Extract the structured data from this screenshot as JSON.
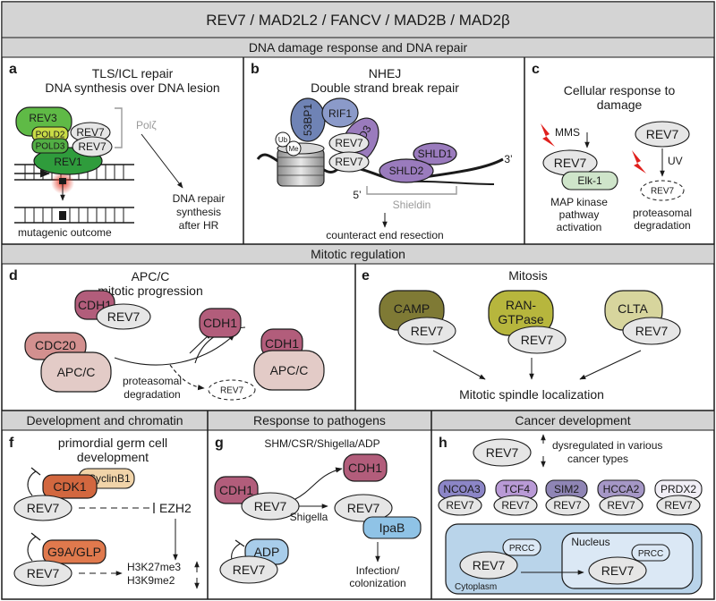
{
  "title": "REV7 / MAD2L2 / FANCV / MAD2B / MAD2β",
  "colors": {
    "band": "#d4d4d4",
    "rev7": "#e6e6e6",
    "rev1": "#2f9c3c",
    "rev3": "#5fba46",
    "pold2": "#c9dc46",
    "pold3": "#52ae44",
    "bp53": "#6f83b5",
    "rif1": "#8b9ac9",
    "shld": "#9a7bbd",
    "cdh1": "#b25d7b",
    "cdc20": "#d3908f",
    "apcc": "#e3cbc7",
    "camp": "#7f7a35",
    "rangtpase": "#b7b63d",
    "clta": "#d7d59d",
    "cdk1": "#d2673f",
    "cyclinb1": "#f1d4a9",
    "g9aglp": "#e0794d",
    "adp": "#a8cdea",
    "ipab": "#8fc3e6",
    "ncoa3": "#8c86c7",
    "tcf4": "#b99ad6",
    "sim2": "#8f85b5",
    "hcca2": "#a597c6",
    "prdx2": "#f1eef6",
    "cell": "#b9d4ea",
    "nucleus": "#dbe8f5",
    "lesion": "#e23b2a",
    "bolt": "#e0201d"
  },
  "sections": {
    "ddr": "DNA damage response and DNA repair",
    "mitotic": "Mitotic regulation"
  },
  "panels": {
    "a": {
      "letter": "a",
      "title1": "TLS/ICL repair",
      "title2": "DNA synthesis over DNA lesion",
      "rev3": "REV3",
      "pold2": "POLD2",
      "pold3": "POLD3",
      "rev7a": "REV7",
      "rev7b": "REV7",
      "rev1": "REV1",
      "polz": "Polζ",
      "repair1": "DNA repair",
      "repair2": "synthesis",
      "repair3": "after HR",
      "outcome": "mutagenic outcome"
    },
    "b": {
      "letter": "b",
      "title1": "NHEJ",
      "title2": "Double strand break repair",
      "bp53": "53BP1",
      "rif1": "RIF1",
      "ub": "Ub",
      "me": "Me",
      "shld3": "SHLD3",
      "rev7a": "REV7",
      "rev7b": "REV7",
      "shld1": "SHLD1",
      "shld2": "SHLD2",
      "five": "5’",
      "three": "3’",
      "shieldin": "Shieldin",
      "counteract": "counteract end resection"
    },
    "c": {
      "letter": "c",
      "title1": "Cellular response to",
      "title2": "damage",
      "mms": "MMS",
      "uv": "UV",
      "rev7a": "REV7",
      "elk1": "Elk-1",
      "rev7b": "REV7",
      "rev7c": "REV7",
      "map1": "MAP kinase",
      "map2": "pathway",
      "map3": "activation",
      "prot1": "proteasomal",
      "prot2": "degradation"
    },
    "d": {
      "letter": "d",
      "title1": "APC/C",
      "title2": "mitotic progression",
      "cdh1a": "CDH1",
      "rev7": "REV7",
      "cdc20": "CDC20",
      "apcc1": "APC/C",
      "cdh1b": "CDH1",
      "cdh1c": "CDH1",
      "apcc2": "APC/C",
      "prot1": "proteasomal",
      "prot2": "degradation",
      "rev7deg": "REV7"
    },
    "e": {
      "letter": "e",
      "title": "Mitosis",
      "camp": "CAMP",
      "ran1": "RAN-",
      "ran2": "GTPase",
      "clta": "CLTA",
      "rev7a": "REV7",
      "rev7b": "REV7",
      "rev7c": "REV7",
      "spindle": "Mitotic spindle localization"
    },
    "f": {
      "header": "Development and chromatin",
      "letter": "f",
      "title1": "primordial germ cell",
      "title2": "development",
      "cdk1": "CDK1",
      "cyclinb1": "CyclinB1",
      "rev7a": "REV7",
      "ezh2": "EZH2",
      "g9a": "G9A/GLP",
      "rev7b": "REV7",
      "h3k27": "H3K27me3",
      "h3k9": "H3K9me2"
    },
    "g": {
      "header": "Response to pathogens",
      "letter": "g",
      "title": "SHM/CSR/Shigella/ADP",
      "cdh1a": "CDH1",
      "rev7a": "REV7",
      "cdh1b": "CDH1",
      "shigella": "Shigella",
      "rev7b": "REV7",
      "ipab": "IpaB",
      "adp": "ADP",
      "rev7c": "REV7",
      "infect1": "Infection/",
      "infect2": "colonization"
    },
    "h": {
      "header": "Cancer development",
      "letter": "h",
      "rev7": "REV7",
      "dys1": "dysregulated in various",
      "dys2": "cancer types",
      "partners": [
        "NCOA3",
        "TCF4",
        "SIM2",
        "HCCA2",
        "PRDX2"
      ],
      "rev7row": [
        "REV7",
        "REV7",
        "REV7",
        "REV7",
        "REV7"
      ],
      "prcc1": "PRCC",
      "rev7c": "REV7",
      "nucleus": "Nucleus",
      "prcc2": "PRCC",
      "rev7d": "REV7",
      "cytoplasm": "Cytoplasm"
    }
  }
}
